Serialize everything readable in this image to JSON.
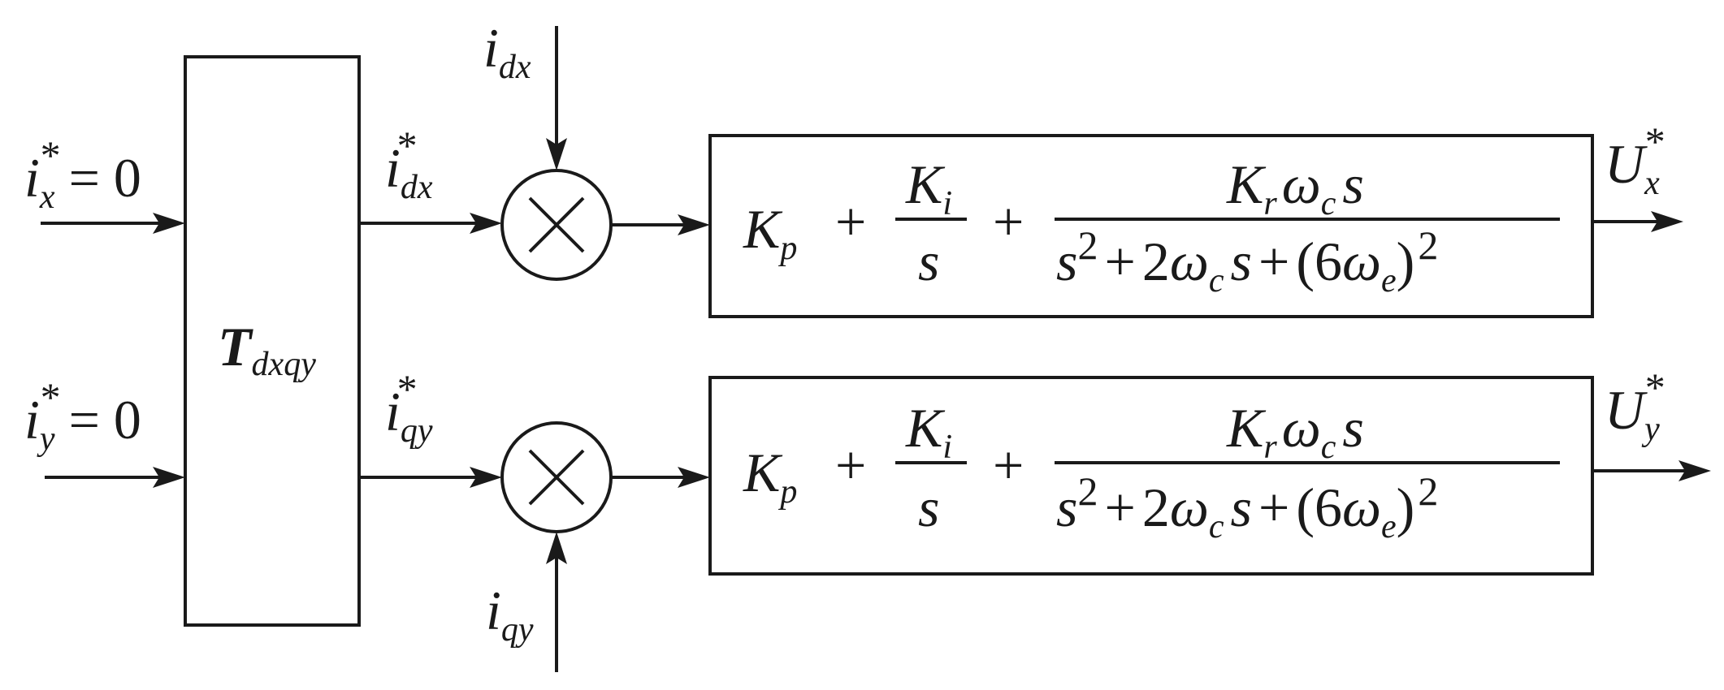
{
  "inputs": {
    "ix_ref": {
      "sym": "i",
      "sub": "x",
      "sup": "*",
      "eq": "= 0"
    },
    "iy_ref": {
      "sym": "i",
      "sub": "y",
      "sup": "*",
      "eq": "= 0"
    }
  },
  "transform": {
    "sym": "T",
    "sub": "dxqy"
  },
  "outputs_transform": {
    "idx_ref": {
      "sym": "i",
      "sub": "dx",
      "sup": "*"
    },
    "iqy_ref": {
      "sym": "i",
      "sub": "qy",
      "sup": "*"
    }
  },
  "feedback": {
    "idx": {
      "sym": "i",
      "sub": "dx"
    },
    "iqy": {
      "sym": "i",
      "sub": "qy"
    }
  },
  "controller": {
    "kp": "K",
    "kp_sub": "p",
    "plus": "+",
    "ki": "K",
    "ki_sub": "i",
    "s": "s",
    "kr": "K",
    "kr_sub": "r",
    "omega": "ω",
    "omega_c_sub": "c",
    "omega_e_sub": "e",
    "den_s": "s",
    "den_sq": "2",
    "den_two": "2",
    "den_six": "(6",
    "den_close": ")"
  },
  "outputs": {
    "ux": {
      "sym": "U",
      "sub": "x",
      "sup": "*"
    },
    "uy": {
      "sym": "U",
      "sub": "y",
      "sup": "*"
    }
  }
}
